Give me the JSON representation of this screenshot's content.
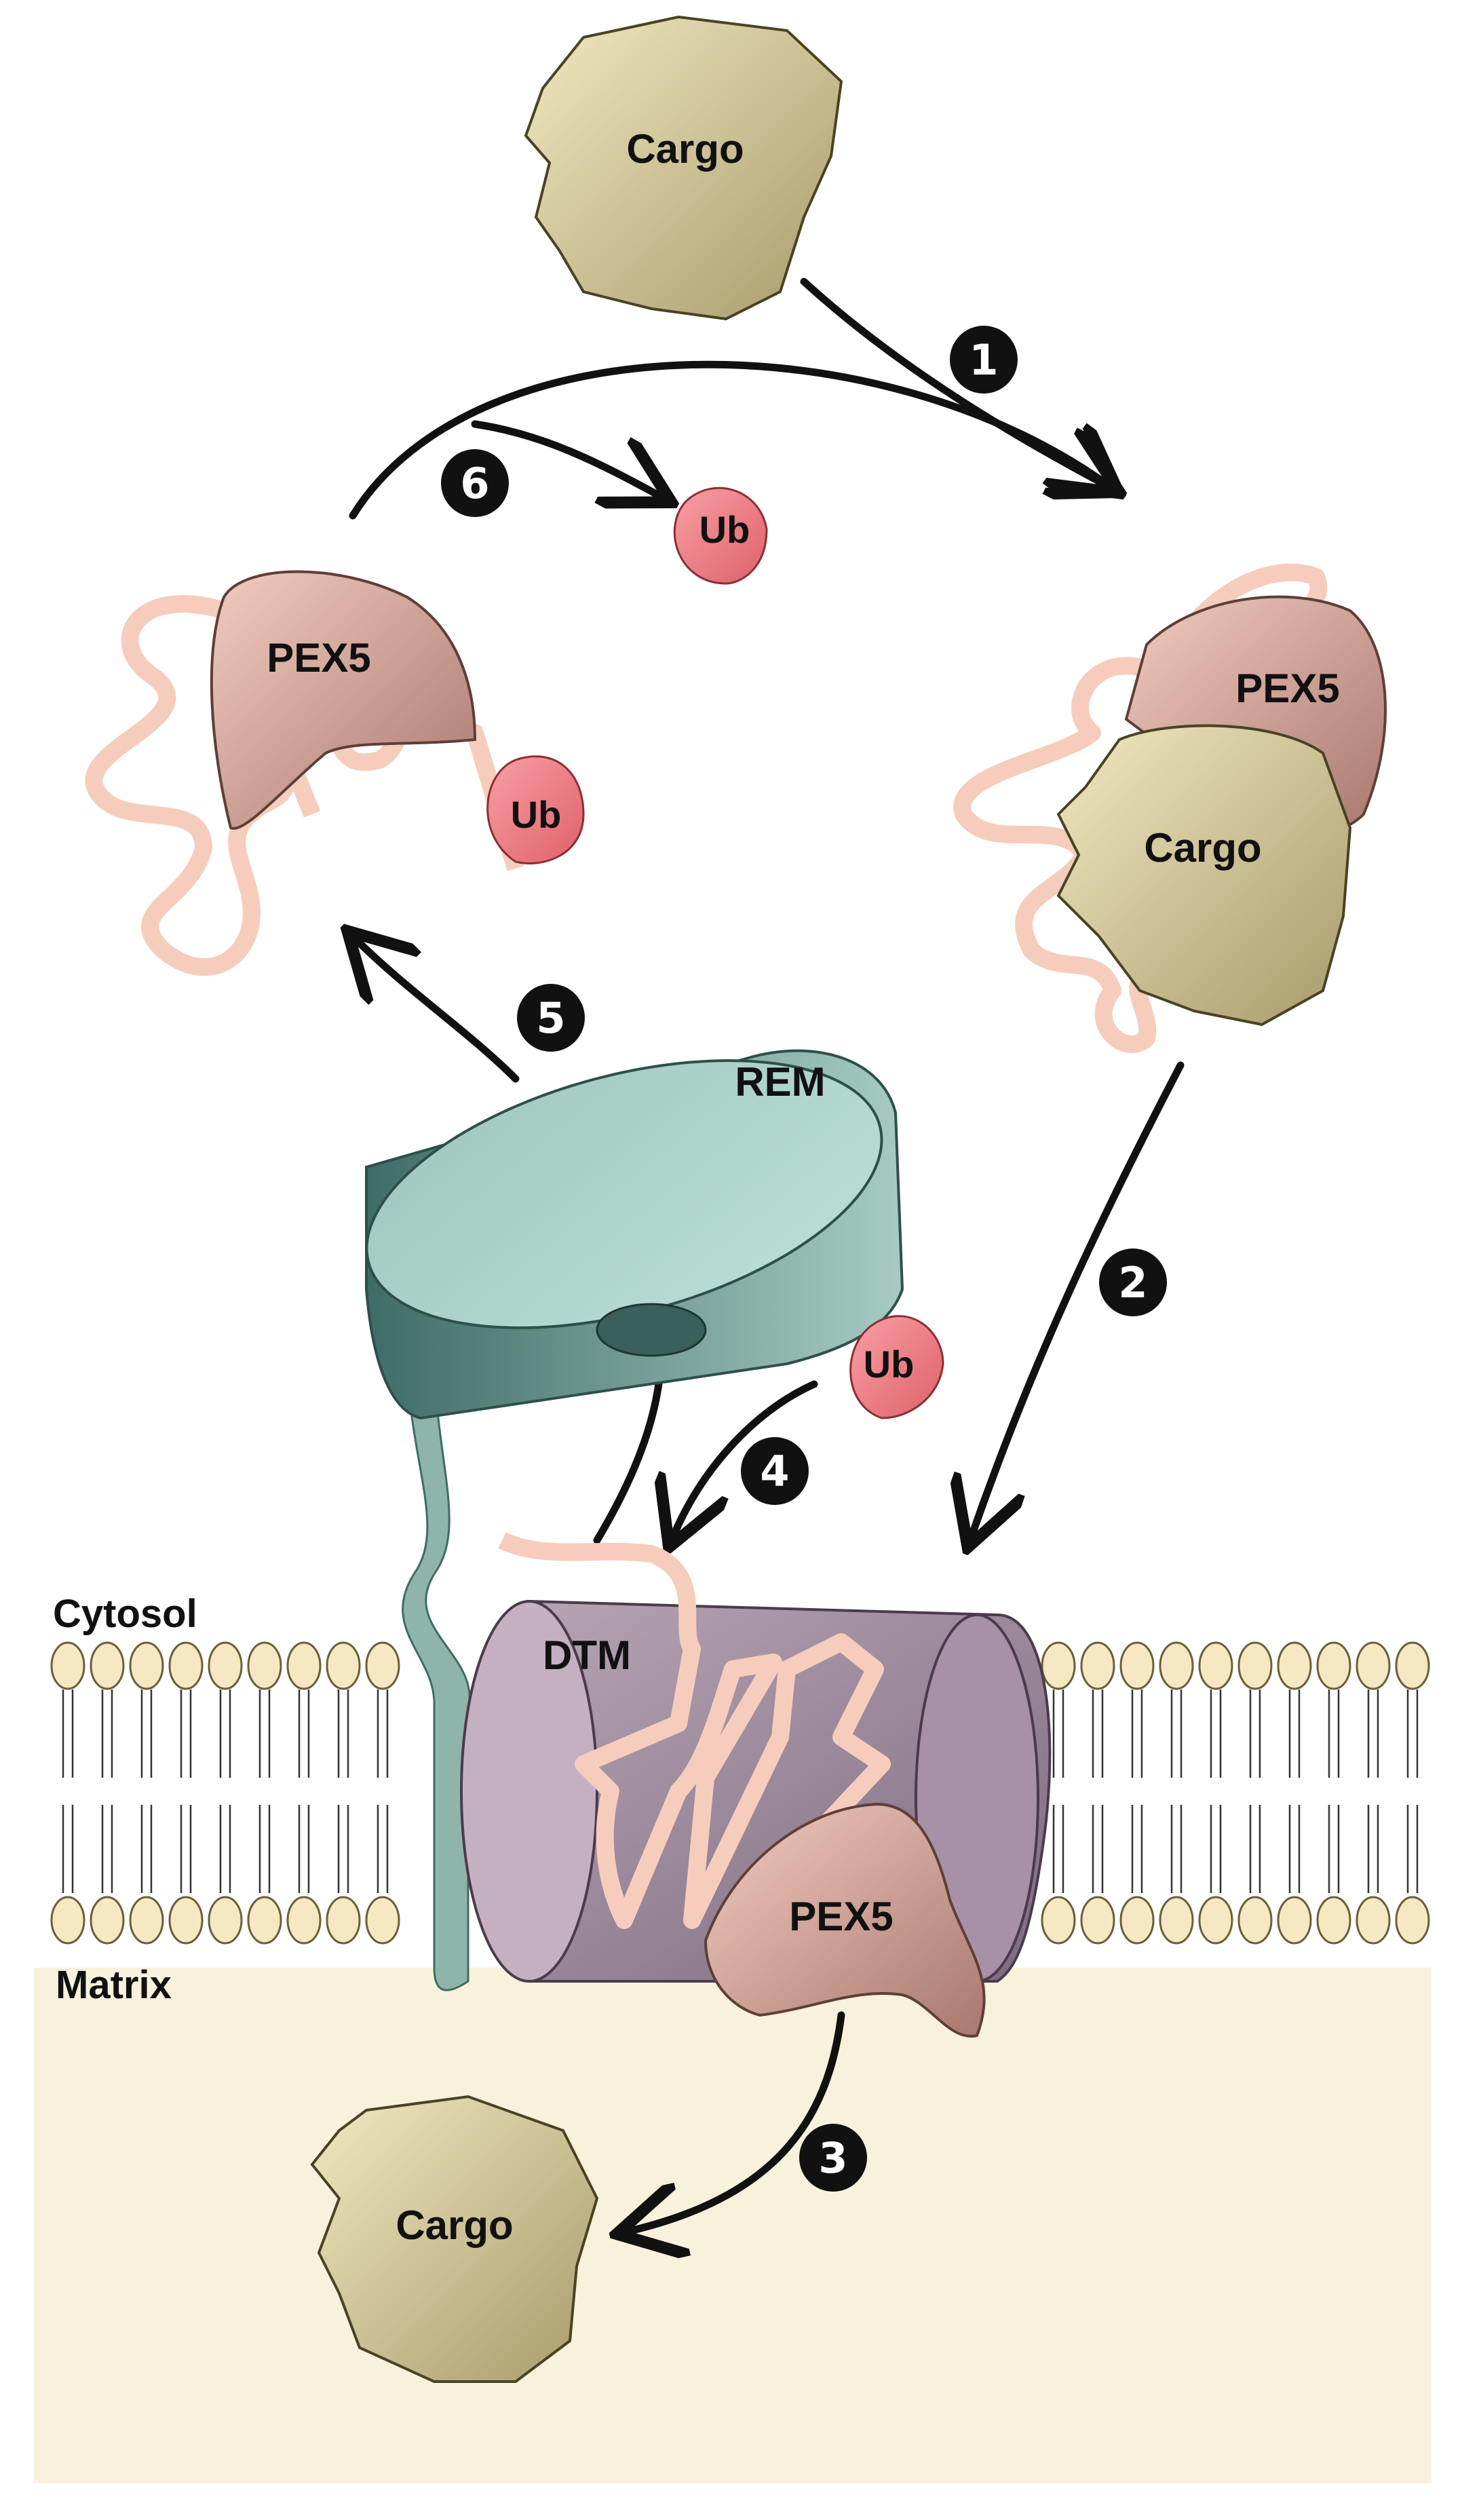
{
  "labels": {
    "cargo_top": "Cargo",
    "cargo_bound": "Cargo",
    "cargo_matrix": "Cargo",
    "pex5_bound": "PEX5",
    "pex5_ub": "PEX5",
    "pex5_membrane": "PEX5",
    "ub_free": "Ub",
    "ub_attached": "Ub",
    "ub_rem": "Ub",
    "rem": "REM",
    "dtm": "DTM",
    "cytosol": "Cytosol",
    "matrix": "Matrix"
  },
  "steps": [
    "1",
    "2",
    "3",
    "4",
    "5",
    "6"
  ],
  "colors": {
    "cargo": "#d9cfa0",
    "pex5": "#cc9f93",
    "pex5_loop": "#f6cdbc",
    "ub": "#ee7c84",
    "rem": "#8fb5ab",
    "dtm": "#a793a5",
    "lipid": "#f5e8c2",
    "matrix": "#f7f1dc",
    "arrow": "#111111"
  }
}
